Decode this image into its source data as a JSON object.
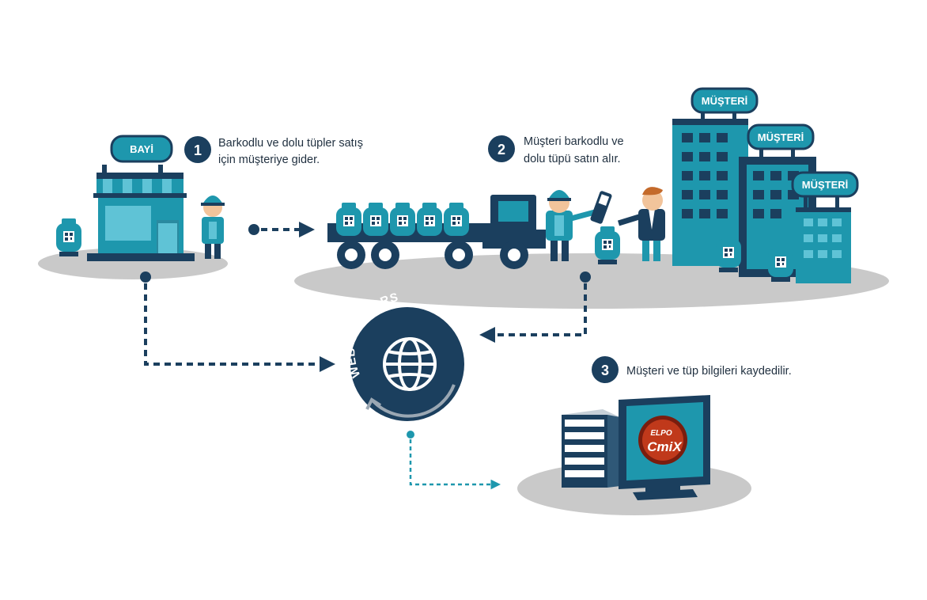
{
  "signs": {
    "dealer": "BAYİ",
    "customer_1": "MÜŞTERİ",
    "customer_2": "MÜŞTERİ",
    "customer_3": "MÜŞTERİ"
  },
  "steps": [
    {
      "number": "1",
      "line1": "Barkodlu ve dolu tüpler satış",
      "line2": "için müşteriye gider."
    },
    {
      "number": "2",
      "line1": "Müşteri barkodlu ve",
      "line2": "dolu tüpü satın alır."
    },
    {
      "number": "3",
      "line1": "Müşteri ve tüp bilgileri kaydedilir.",
      "line2": ""
    }
  ],
  "network_label": "WEB-VPN-GPRS",
  "software_logo": {
    "top": "ELPO",
    "bottom": "CmiX"
  },
  "colors": {
    "navy": "#1b3f5e",
    "teal": "#1e97ad",
    "teal_light": "#5fc3d6",
    "ground": "#c9c9c9",
    "logo_red": "#c0391b"
  },
  "icons": [
    "shop-icon",
    "gas-cylinder-icon",
    "truck-icon",
    "building-icon",
    "globe-icon",
    "computer-icon",
    "server-icon",
    "barcode-scanner-icon"
  ]
}
